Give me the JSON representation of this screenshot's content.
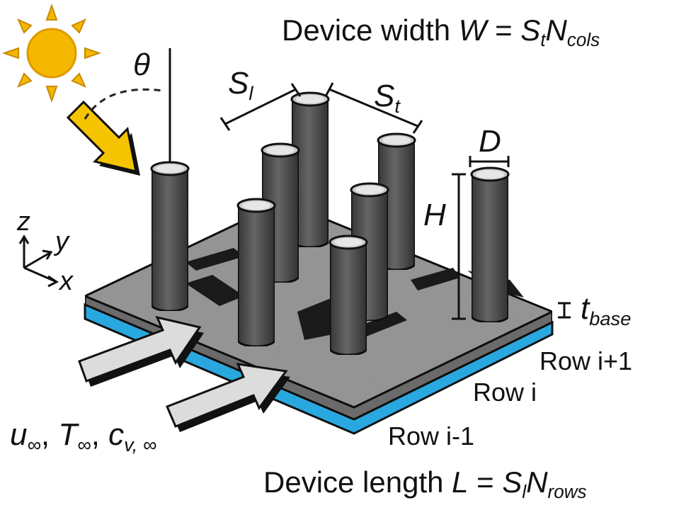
{
  "title_width": {
    "prefix": "Device width ",
    "var": "W",
    "eq": " = ",
    "s": "S",
    "s_sub": "t",
    "n": "N",
    "n_sub": "cols"
  },
  "title_length": {
    "prefix": "Device length ",
    "var": "L",
    "eq": " = ",
    "s": "S",
    "s_sub": "l",
    "n": "N",
    "n_sub": "rows"
  },
  "symbols": {
    "theta": "θ",
    "sl": "S",
    "sl_sub": "l",
    "st": "S",
    "st_sub": "t",
    "d": "D",
    "h": "H",
    "tbase": "t",
    "tbase_sub": "base"
  },
  "axes": {
    "z": "z",
    "y": "y",
    "x": "x"
  },
  "rows": {
    "next": "Row i+1",
    "current": "Row i",
    "prev": "Row i-1"
  },
  "flow": {
    "u": "u",
    "u_sub": "∞",
    "t": "T",
    "t_sub": "∞",
    "c": "c",
    "c_sub": "v, ∞",
    "sep": ", "
  },
  "icons": [
    "sun-icon",
    "light-arrow-icon",
    "flow-arrow-icon"
  ],
  "colors": {
    "sun": "#F5B800",
    "sun_stroke": "#E09A00",
    "arrow_light": "#F5C400",
    "pin": "#555555",
    "base_top": "#9a9a9a",
    "base_side": "#6f6f6f",
    "substrate": "#29A8DF",
    "flow_arrow": "#dcdcdc"
  }
}
